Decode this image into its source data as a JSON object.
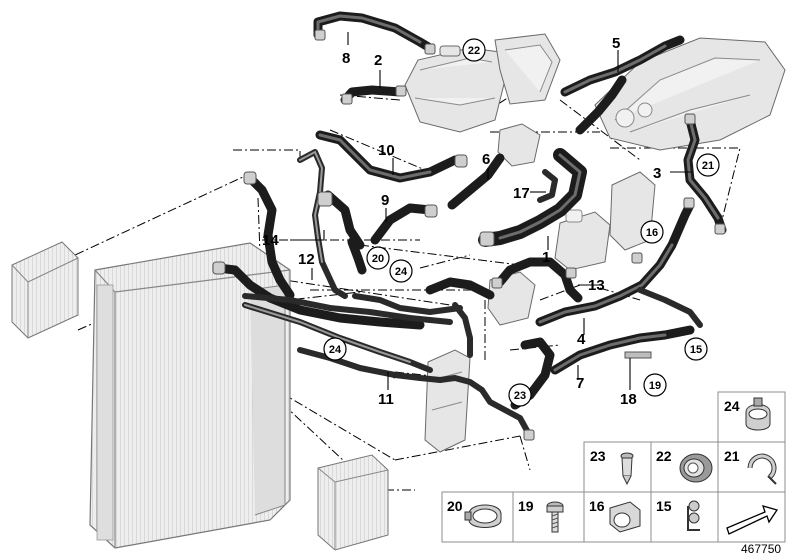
{
  "diagram": {
    "part_numbers": [
      "1",
      "2",
      "3",
      "4",
      "5",
      "6",
      "7",
      "8",
      "9",
      "10",
      "11",
      "12",
      "13",
      "14",
      "15",
      "16",
      "17",
      "18",
      "19",
      "20",
      "21",
      "22",
      "23",
      "24"
    ],
    "circled_callouts": [
      "22",
      "21",
      "16",
      "20",
      "24",
      "24",
      "15",
      "23",
      "19"
    ],
    "legend": [
      {
        "num": "24",
        "icon": "hose-clamp-icon"
      },
      {
        "num": "23",
        "icon": "expanding-rivet-icon"
      },
      {
        "num": "22",
        "icon": "hose-sleeve-icon"
      },
      {
        "num": "21",
        "icon": "spring-clip-icon"
      },
      {
        "num": "20",
        "icon": "band-clamp-icon"
      },
      {
        "num": "19",
        "icon": "screw-icon"
      },
      {
        "num": "16",
        "icon": "pipe-clamp-icon"
      },
      {
        "num": "15",
        "icon": "holder-clip-icon"
      }
    ],
    "reference_number": "467750"
  }
}
